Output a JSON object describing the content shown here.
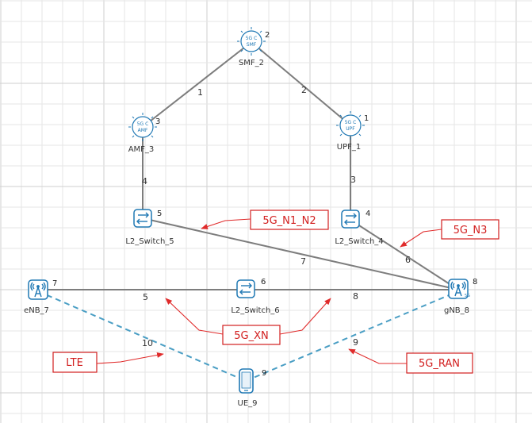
{
  "nodes": {
    "smf": {
      "label": "SMF_2",
      "id": "2",
      "icon_text": [
        "5G C",
        "SMF"
      ]
    },
    "amf": {
      "label": "AMF_3",
      "id": "3",
      "icon_text": [
        "5G C",
        "AMF"
      ]
    },
    "upf": {
      "label": "UPF_1",
      "id": "1",
      "icon_text": [
        "5G C",
        "UPF"
      ]
    },
    "sw5": {
      "label": "L2_Switch_5",
      "id": "5"
    },
    "sw4": {
      "label": "L2_Switch_4",
      "id": "4"
    },
    "sw6": {
      "label": "L2_Switch_6",
      "id": "6"
    },
    "enb": {
      "label": "eNB_7",
      "id": "7"
    },
    "gnb": {
      "label": "gNB_8",
      "id": "8"
    },
    "ue": {
      "label": "UE_9",
      "id": "9"
    }
  },
  "links": {
    "l1": "1",
    "l2": "2",
    "l3": "3",
    "l4": "4",
    "l5": "5",
    "l6": "6",
    "l7": "7",
    "l8": "8",
    "l9": "9",
    "l10": "10"
  },
  "annotations": {
    "n1n2": "5G_N1_N2",
    "n3": "5G_N3",
    "xn": "5G_XN",
    "lte": "LTE",
    "ran": "5G_RAN"
  },
  "colors": {
    "wired_link": "#7d7d7d",
    "wireless_link": "#4a9ec4",
    "icon": "#1f78b4",
    "annotation": "#d21e1e"
  }
}
